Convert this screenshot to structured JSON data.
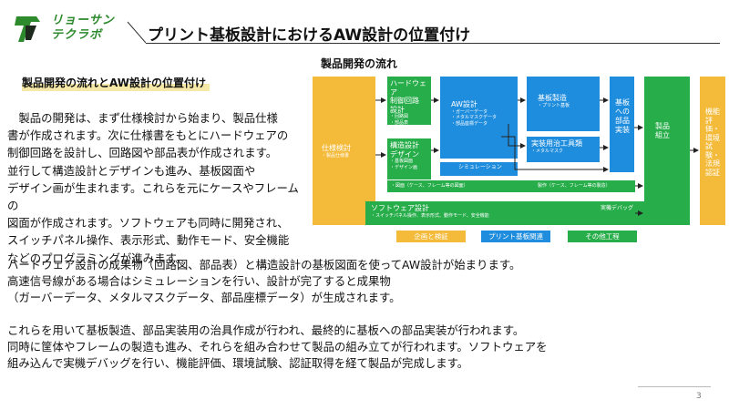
{
  "logo": {
    "line1": "リョーサン",
    "line2": "テクラボ"
  },
  "title": "プリント基板設計におけるAW設計の位置付け",
  "section_heading": "製品開発の流れとAW設計の位置付け",
  "paragraph1": [
    "　製品の開発は、まず仕様検討から始まり、製品仕様",
    "書が作成されます。次に仕様書をもとにハードウェアの",
    "制御回路を設計し、回路図や部品表が作成されます。",
    "並行して構造設計とデザインも進み、基板図面や",
    "デザイン画が生まれます。これらを元にケースやフレームの",
    "図面が作成されます。ソフトウェアも同時に開発され、",
    "スイッチパネル操作、表示形式、動作モード、安全機能",
    "などのプログラミングが進みます。"
  ],
  "paragraph2": [
    "ハードウェア設計の成果物（回路図、部品表）と構造設計の基板図面を使ってAW設計が始まります。",
    "高速信号線がある場合はシミュレーションを行い、設計が完了すると成果物",
    "（ガーバーデータ、メタルマスクデータ、部品座標データ）が生成されます。"
  ],
  "paragraph3": [
    "これらを用いて基板製造、部品実装用の治具作成が行われ、最終的に基板への部品実装が行われます。",
    "同時に筐体やフレームの製造も進み、それらを組み合わせて製品の組み立てが行われます。ソフトウェアを",
    "組み込んで実機デバッグを行い、機能評価、環境試験、認証取得を経て製品が完成します。"
  ],
  "diagram": {
    "title": "製品開発の流れ",
    "spec": {
      "label": "仕様検討",
      "sub": "・製品仕様書"
    },
    "hardware": {
      "label": "ハードウェア\n制御回路\n設計",
      "sub": "・回路図\n・部品表"
    },
    "structure": {
      "label": "構造設計\nデザイン",
      "sub": "・基板図面\n・デザイン画"
    },
    "aw": {
      "label": "AW設計",
      "sub": "・ガーバーデータ\n・メタルマスクデータ\n・部品座標データ"
    },
    "simulation": {
      "label": "シミュレーション"
    },
    "board_mfg": {
      "label": "基板製造",
      "sub": "・プリント基板"
    },
    "jig": {
      "label": "実装用治工具類",
      "sub": "・メタルマスク"
    },
    "mount": {
      "label": "基板への部品実装"
    },
    "assembly": {
      "label": "製品組立"
    },
    "eval": {
      "label": "機能評価・環境試験・法規認証"
    },
    "case_drawing": {
      "label": "・図面（ケース、フレーム等の図面）"
    },
    "case_mfg": {
      "label": "製作（ケース、フレーム等の製造）"
    },
    "software": {
      "label": "ソフトウェア設計",
      "sub": "・スイッチパネル操作、表示形式、動作モード、安全機能"
    },
    "debug": {
      "label": "実機デバッグ"
    },
    "legend": [
      {
        "label": "企画と検証",
        "color": "#f4bb3b"
      },
      {
        "label": "プリント基板関連",
        "color": "#1f8ddd"
      },
      {
        "label": "その他工程",
        "color": "#27ad4a"
      }
    ]
  },
  "page_number": "3"
}
